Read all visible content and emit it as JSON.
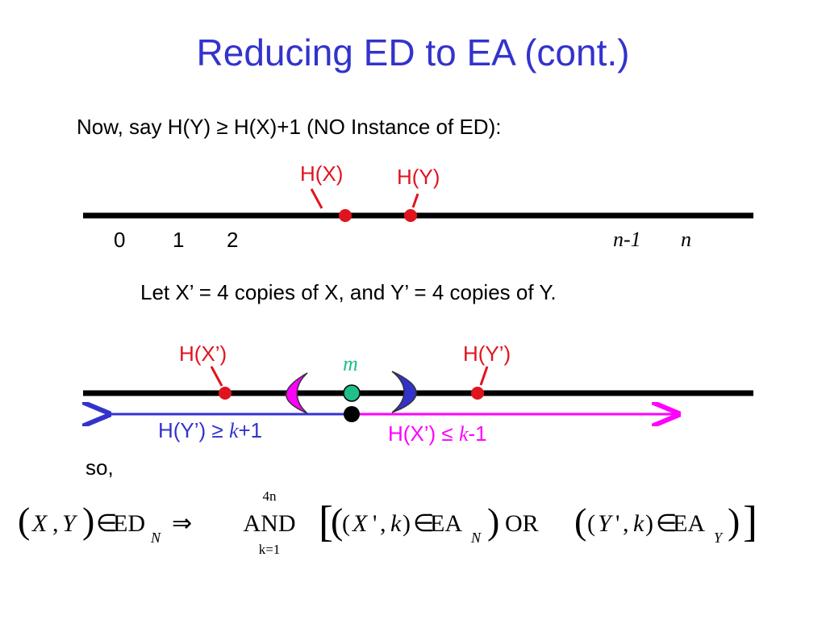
{
  "title": "Reducing ED to EA (cont.)",
  "line1": {
    "statement": "Now, say H(Y) ≥ H(X)+1 (NO Instance of ED):",
    "label_hx": "H(X)",
    "label_hy": "H(Y)",
    "ticks": [
      "0",
      "1",
      "2"
    ],
    "tick_n1": "n-1",
    "tick_n": "n"
  },
  "copies_statement": "Let X’ = 4 copies of X, and Y’ = 4 copies of Y.",
  "line2": {
    "label_hxp": "H(X’)",
    "label_hyp": "H(Y’)",
    "label_m": "m",
    "left_arrow": {
      "prefix": "H(Y’) ≥ ",
      "var": "k",
      "suffix": "+1"
    },
    "right_arrow": {
      "prefix": "H(X’) ≤ ",
      "var": "k",
      "suffix": "-1"
    }
  },
  "so_label": "so,",
  "formula": {
    "lhs_x": "X",
    "comma": ",",
    "lhs_y": "Y",
    "in": "∈",
    "ed": "ED",
    "sub_n": "N",
    "implies": "⇒",
    "and": "AND",
    "and_top": "4n",
    "and_bottom": "k=1",
    "xp": "X",
    "prime": "'",
    "k": "k",
    "ea": "EA",
    "sub_n2": "N",
    "or": "OR",
    "yp": "Y",
    "sub_y": "Y"
  },
  "colors": {
    "title": "#3333cc",
    "point": "#e0141e",
    "blue": "#3333cc",
    "magenta": "#ff00ff",
    "m_point": "#1fbf8a",
    "line": "#000000"
  }
}
